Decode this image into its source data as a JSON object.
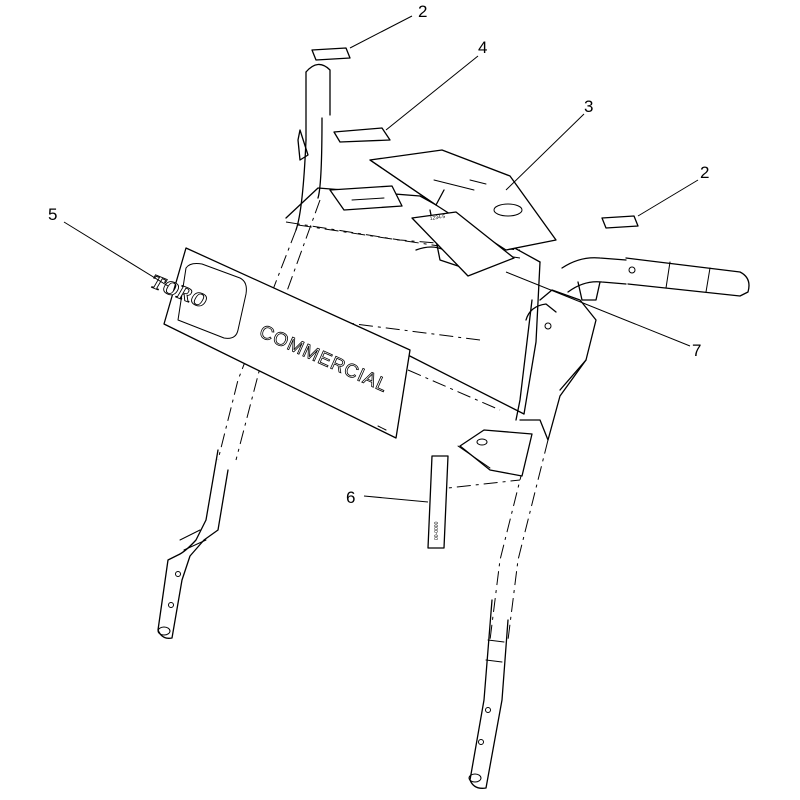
{
  "callouts": [
    {
      "id": "c2a",
      "label": "2"
    },
    {
      "id": "c4",
      "label": "4"
    },
    {
      "id": "c3",
      "label": "3"
    },
    {
      "id": "c2b",
      "label": "2"
    },
    {
      "id": "c5",
      "label": "5"
    },
    {
      "id": "c7",
      "label": "7"
    },
    {
      "id": "c6",
      "label": "6"
    }
  ],
  "decal5": {
    "logo": "TORO",
    "brand": "COMMERCIAL"
  }
}
